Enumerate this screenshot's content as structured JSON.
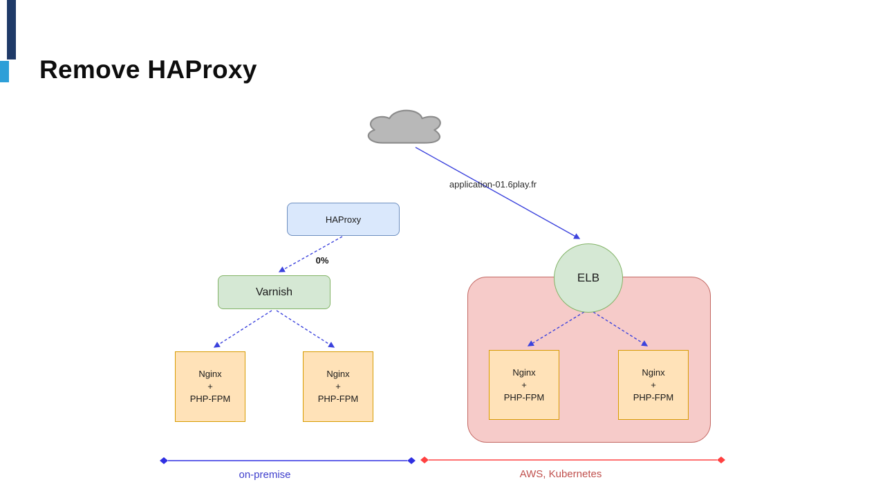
{
  "slide": {
    "title": "Remove HAProxy"
  },
  "nodes": {
    "haproxy": "HAProxy",
    "varnish": "Varnish",
    "elb": "ELB",
    "nginx": {
      "line1": "Nginx",
      "line2": "+",
      "line3": "PHP-FPM"
    }
  },
  "labels": {
    "dns": "application-01.6play.fr",
    "weight": "0%",
    "on_premise": "on-premise",
    "aws": "AWS, Kubernetes"
  },
  "icons": {
    "cloud": "internet-cloud-icon"
  },
  "colors": {
    "accent_dark": "#1f3a68",
    "accent_light": "#2d9fd8",
    "haproxy_fill": "#dae8fc",
    "haproxy_border": "#6c8ebf",
    "varnish_fill": "#d5e8d4",
    "varnish_border": "#82b366",
    "elb_fill": "#d5e8d4",
    "elb_border": "#82b366",
    "nginx_fill": "#ffe2b8",
    "nginx_border": "#d79b00",
    "aws_zone_fill": "#f6cbc9",
    "aws_zone_border": "#c26661",
    "arrow_blue": "#3c43dd",
    "line_blue": "#2f2fe2",
    "line_red": "#ff4040",
    "label_blue": "#3d3dcc",
    "label_red": "#c0504d"
  }
}
